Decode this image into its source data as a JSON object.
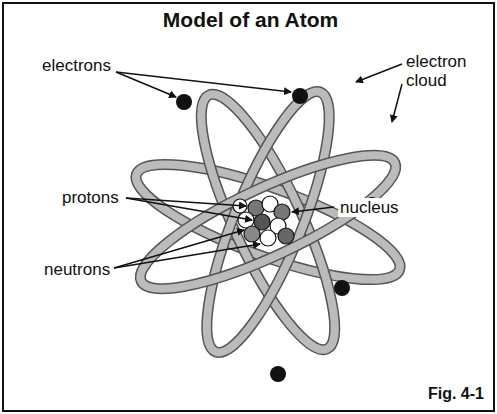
{
  "diagram": {
    "title": "Model of an Atom",
    "labels": [
      "electrons",
      "electron cloud",
      "protons",
      "nucleus",
      "neutrons"
    ],
    "caption": "Fig. 4-1"
  }
}
